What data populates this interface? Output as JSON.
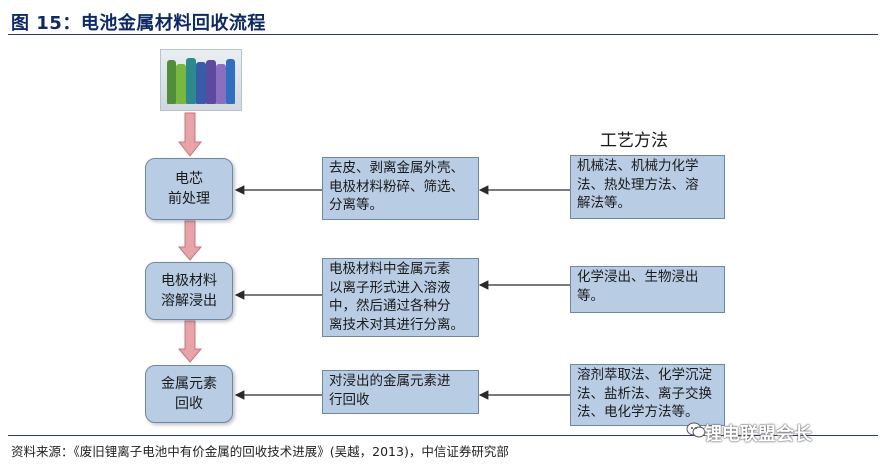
{
  "figure": {
    "title": "图 15：电池金属材料回收流程",
    "source": "资料来源：《废旧锂离子电池中有价金属的回收技术进展》(吴越，2013)，中信证券研究部",
    "watermark": "锂电联盟会长"
  },
  "methods_heading": "工艺方法",
  "steps": [
    {
      "lines": [
        "电芯",
        "前处理"
      ],
      "description": [
        "去皮、剥离金属外壳、",
        "电极材料粉碎、筛选、",
        "分离等。"
      ],
      "methods": [
        "机械法、机械力化学",
        "法、热处理方法、溶",
        "解法等。"
      ]
    },
    {
      "lines": [
        "电极材料",
        "溶解浸出"
      ],
      "description": [
        "电极材料中金属元素",
        "以离子形式进入溶液",
        "中，然后通过各种分",
        "离技术对其进行分离。"
      ],
      "methods": [
        "化学浸出、生物浸出",
        "等。"
      ]
    },
    {
      "lines": [
        "金属元素",
        "回收"
      ],
      "description": [
        "对浸出的金属元素进",
        "行回收"
      ],
      "methods": [
        "溶剂萃取法、化学沉淀",
        "法、盐析法、离子交换",
        "法、电化学方法等。"
      ]
    }
  ],
  "colors": {
    "box_fill": "#b8cce4",
    "box_border": "#6f87a6",
    "flow_arrow": "#e7a3a7",
    "title": "#0f2a63"
  }
}
